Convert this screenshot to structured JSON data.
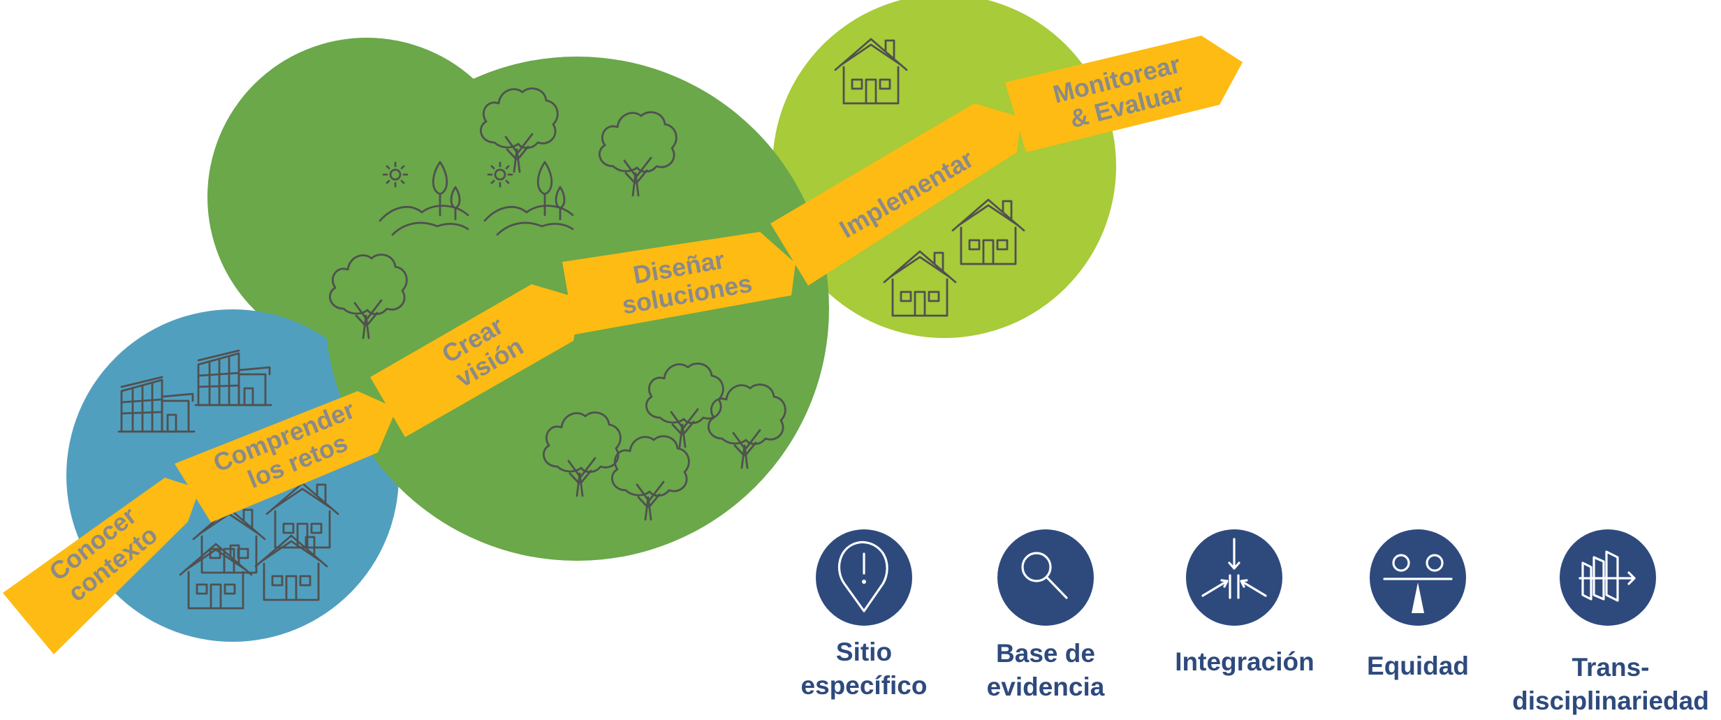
{
  "colors": {
    "circle_blue": "#519fbf",
    "circle_green": "#6aa84a",
    "circle_lime": "#a7cb39",
    "arrow_yellow": "#fdbb13",
    "step_text": "#8a8a8a",
    "principle_navy": "#2e4a7d",
    "icon_stroke": "#505050"
  },
  "steps": [
    {
      "line1": "Conocer",
      "line2": "contexto"
    },
    {
      "line1": "Comprender",
      "line2": "los retos"
    },
    {
      "line1": "Crear",
      "line2": "visión"
    },
    {
      "line1": "Diseñar",
      "line2": "soluciones"
    },
    {
      "line1": "Implementar"
    },
    {
      "line1": "Monitorear",
      "line2": "& Evaluar"
    }
  ],
  "principles": [
    {
      "icon": "exclamation-pin-icon",
      "line1": "Sitio",
      "line2": "específico"
    },
    {
      "icon": "magnifier-icon",
      "line1": "Base de",
      "line2": "evidencia"
    },
    {
      "icon": "converging-arrows-icon",
      "line1": "Integración"
    },
    {
      "icon": "balance-scale-icon",
      "line1": "Equidad"
    },
    {
      "icon": "layered-panels-arrow-icon",
      "line1": "Trans-",
      "line2": "disciplinariedad"
    }
  ],
  "decorative_icons": [
    "house-icon",
    "factory-icon",
    "tree-icon",
    "hills-sun-icon"
  ]
}
